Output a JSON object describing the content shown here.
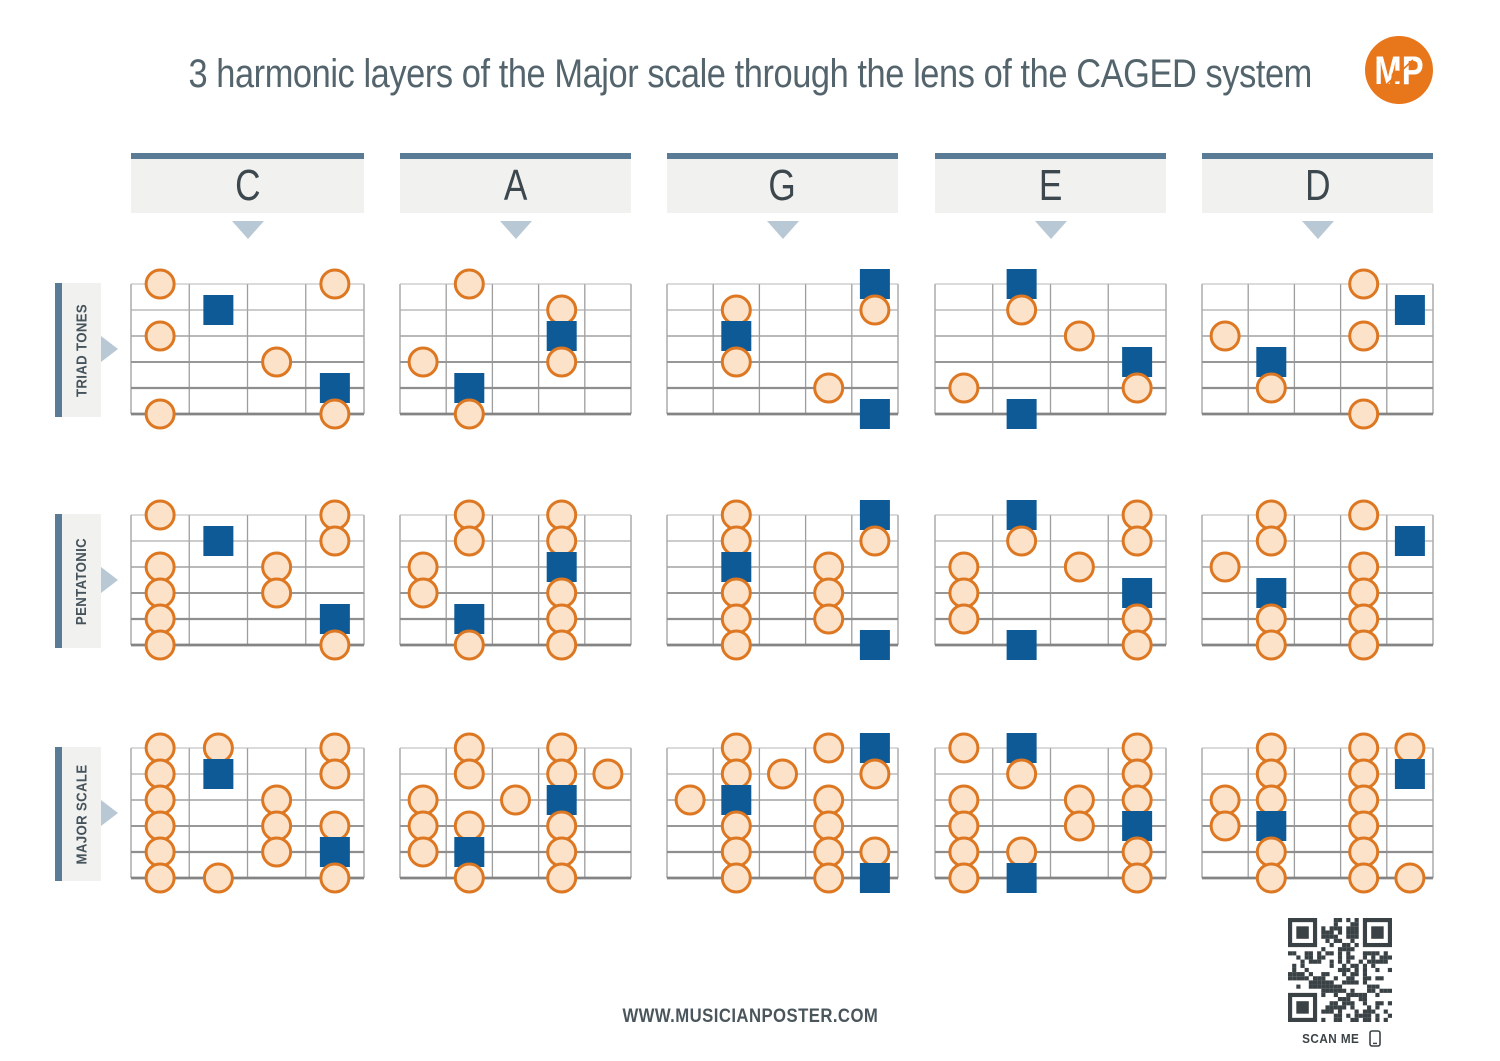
{
  "title": "3 harmonic layers of the Major scale through the lens of the CAGED system",
  "logo": {
    "text": "MP"
  },
  "footer": {
    "website": "WWW.MUSICIANPOSTER.COM",
    "scan_label": "SCAN ME"
  },
  "colors": {
    "slate_bar": "#5a7b96",
    "arrow": "#b9c8d5",
    "header_box_bg": "#f1f1f0",
    "letter_text": "#3d484e",
    "title_text": "#54646c",
    "root_square_blue": "#0d5a96",
    "tone_circle_fill": "#fbe2c9",
    "tone_circle_stroke": "#dd7721",
    "logo_orange": "#e8761b",
    "qr_dark": "#3a4246",
    "fret_line": "#9e9e9e",
    "string_colors": [
      "#b7b7b7",
      "#adadad",
      "#a2a2a2",
      "#979797",
      "#8e8e8e",
      "#848484"
    ]
  },
  "chart_data": {
    "type": "fretboard-grid",
    "title": "3 harmonic layers of the Major scale through the lens of the CAGED system",
    "columns": [
      "C",
      "A",
      "G",
      "E",
      "D"
    ],
    "rows": [
      "TRIAD TONES",
      "PENTATONIC",
      "MAJOR SCALE"
    ],
    "legend": {
      "root": "blue square (root note)",
      "tone": "orange circle (scale tone)"
    },
    "note_format": "[string 1=top(high e) to 6=bottom(low E), fret_space 1=leftmost, type]",
    "diagrams": [
      {
        "row": "TRIAD TONES",
        "shape": "C",
        "fret_spaces": 4,
        "notes": [
          [
            1,
            1,
            "tone"
          ],
          [
            1,
            4,
            "tone"
          ],
          [
            2,
            2,
            "root"
          ],
          [
            3,
            1,
            "tone"
          ],
          [
            4,
            3,
            "tone"
          ],
          [
            5,
            4,
            "root"
          ],
          [
            6,
            1,
            "tone"
          ],
          [
            6,
            4,
            "tone"
          ]
        ]
      },
      {
        "row": "TRIAD TONES",
        "shape": "A",
        "fret_spaces": 5,
        "notes": [
          [
            1,
            2,
            "tone"
          ],
          [
            2,
            4,
            "tone"
          ],
          [
            3,
            4,
            "root"
          ],
          [
            4,
            1,
            "tone"
          ],
          [
            4,
            4,
            "tone"
          ],
          [
            5,
            2,
            "root"
          ],
          [
            6,
            2,
            "tone"
          ]
        ]
      },
      {
        "row": "TRIAD TONES",
        "shape": "G",
        "fret_spaces": 5,
        "notes": [
          [
            1,
            5,
            "root"
          ],
          [
            2,
            2,
            "tone"
          ],
          [
            2,
            5,
            "tone"
          ],
          [
            3,
            2,
            "root"
          ],
          [
            4,
            2,
            "tone"
          ],
          [
            5,
            4,
            "tone"
          ],
          [
            6,
            5,
            "root"
          ]
        ]
      },
      {
        "row": "TRIAD TONES",
        "shape": "E",
        "fret_spaces": 4,
        "notes": [
          [
            1,
            2,
            "root"
          ],
          [
            2,
            2,
            "tone"
          ],
          [
            3,
            3,
            "tone"
          ],
          [
            4,
            4,
            "root"
          ],
          [
            5,
            1,
            "tone"
          ],
          [
            5,
            4,
            "tone"
          ],
          [
            6,
            2,
            "root"
          ]
        ]
      },
      {
        "row": "TRIAD TONES",
        "shape": "D",
        "fret_spaces": 5,
        "notes": [
          [
            1,
            4,
            "tone"
          ],
          [
            2,
            5,
            "root"
          ],
          [
            3,
            1,
            "tone"
          ],
          [
            3,
            4,
            "tone"
          ],
          [
            4,
            2,
            "root"
          ],
          [
            5,
            2,
            "tone"
          ],
          [
            6,
            4,
            "tone"
          ]
        ]
      },
      {
        "row": "PENTATONIC",
        "shape": "C",
        "fret_spaces": 4,
        "notes": [
          [
            1,
            1,
            "tone"
          ],
          [
            1,
            4,
            "tone"
          ],
          [
            2,
            2,
            "root"
          ],
          [
            2,
            4,
            "tone"
          ],
          [
            3,
            1,
            "tone"
          ],
          [
            3,
            3,
            "tone"
          ],
          [
            4,
            1,
            "tone"
          ],
          [
            4,
            3,
            "tone"
          ],
          [
            5,
            1,
            "tone"
          ],
          [
            5,
            4,
            "root"
          ],
          [
            6,
            1,
            "tone"
          ],
          [
            6,
            4,
            "tone"
          ]
        ]
      },
      {
        "row": "PENTATONIC",
        "shape": "A",
        "fret_spaces": 5,
        "notes": [
          [
            1,
            2,
            "tone"
          ],
          [
            1,
            4,
            "tone"
          ],
          [
            2,
            2,
            "tone"
          ],
          [
            2,
            4,
            "tone"
          ],
          [
            3,
            1,
            "tone"
          ],
          [
            3,
            4,
            "root"
          ],
          [
            4,
            1,
            "tone"
          ],
          [
            4,
            4,
            "tone"
          ],
          [
            5,
            2,
            "root"
          ],
          [
            5,
            4,
            "tone"
          ],
          [
            6,
            2,
            "tone"
          ],
          [
            6,
            4,
            "tone"
          ]
        ]
      },
      {
        "row": "PENTATONIC",
        "shape": "G",
        "fret_spaces": 5,
        "notes": [
          [
            1,
            2,
            "tone"
          ],
          [
            1,
            5,
            "root"
          ],
          [
            2,
            2,
            "tone"
          ],
          [
            2,
            5,
            "tone"
          ],
          [
            3,
            2,
            "root"
          ],
          [
            3,
            4,
            "tone"
          ],
          [
            4,
            2,
            "tone"
          ],
          [
            4,
            4,
            "tone"
          ],
          [
            5,
            2,
            "tone"
          ],
          [
            5,
            4,
            "tone"
          ],
          [
            6,
            2,
            "tone"
          ],
          [
            6,
            5,
            "root"
          ]
        ]
      },
      {
        "row": "PENTATONIC",
        "shape": "E",
        "fret_spaces": 4,
        "notes": [
          [
            1,
            2,
            "root"
          ],
          [
            1,
            4,
            "tone"
          ],
          [
            2,
            2,
            "tone"
          ],
          [
            2,
            4,
            "tone"
          ],
          [
            3,
            1,
            "tone"
          ],
          [
            3,
            3,
            "tone"
          ],
          [
            4,
            1,
            "tone"
          ],
          [
            4,
            4,
            "root"
          ],
          [
            5,
            1,
            "tone"
          ],
          [
            5,
            4,
            "tone"
          ],
          [
            6,
            2,
            "root"
          ],
          [
            6,
            4,
            "tone"
          ]
        ]
      },
      {
        "row": "PENTATONIC",
        "shape": "D",
        "fret_spaces": 5,
        "notes": [
          [
            1,
            2,
            "tone"
          ],
          [
            1,
            4,
            "tone"
          ],
          [
            2,
            2,
            "tone"
          ],
          [
            2,
            5,
            "root"
          ],
          [
            3,
            1,
            "tone"
          ],
          [
            3,
            4,
            "tone"
          ],
          [
            4,
            2,
            "root"
          ],
          [
            4,
            4,
            "tone"
          ],
          [
            5,
            2,
            "tone"
          ],
          [
            5,
            4,
            "tone"
          ],
          [
            6,
            2,
            "tone"
          ],
          [
            6,
            4,
            "tone"
          ]
        ]
      },
      {
        "row": "MAJOR SCALE",
        "shape": "C",
        "fret_spaces": 4,
        "notes": [
          [
            1,
            1,
            "tone"
          ],
          [
            1,
            2,
            "tone"
          ],
          [
            1,
            4,
            "tone"
          ],
          [
            2,
            1,
            "tone"
          ],
          [
            2,
            2,
            "root"
          ],
          [
            2,
            4,
            "tone"
          ],
          [
            3,
            1,
            "tone"
          ],
          [
            3,
            3,
            "tone"
          ],
          [
            4,
            1,
            "tone"
          ],
          [
            4,
            3,
            "tone"
          ],
          [
            4,
            4,
            "tone"
          ],
          [
            5,
            1,
            "tone"
          ],
          [
            5,
            3,
            "tone"
          ],
          [
            5,
            4,
            "root"
          ],
          [
            6,
            1,
            "tone"
          ],
          [
            6,
            2,
            "tone"
          ],
          [
            6,
            4,
            "tone"
          ]
        ]
      },
      {
        "row": "MAJOR SCALE",
        "shape": "A",
        "fret_spaces": 5,
        "notes": [
          [
            1,
            2,
            "tone"
          ],
          [
            1,
            4,
            "tone"
          ],
          [
            2,
            2,
            "tone"
          ],
          [
            2,
            4,
            "tone"
          ],
          [
            2,
            5,
            "tone"
          ],
          [
            3,
            1,
            "tone"
          ],
          [
            3,
            3,
            "tone"
          ],
          [
            3,
            4,
            "root"
          ],
          [
            4,
            1,
            "tone"
          ],
          [
            4,
            2,
            "tone"
          ],
          [
            4,
            4,
            "tone"
          ],
          [
            5,
            1,
            "tone"
          ],
          [
            5,
            2,
            "root"
          ],
          [
            5,
            4,
            "tone"
          ],
          [
            6,
            2,
            "tone"
          ],
          [
            6,
            4,
            "tone"
          ]
        ]
      },
      {
        "row": "MAJOR SCALE",
        "shape": "G",
        "fret_spaces": 5,
        "notes": [
          [
            1,
            2,
            "tone"
          ],
          [
            1,
            4,
            "tone"
          ],
          [
            1,
            5,
            "root"
          ],
          [
            2,
            2,
            "tone"
          ],
          [
            2,
            3,
            "tone"
          ],
          [
            2,
            5,
            "tone"
          ],
          [
            3,
            1,
            "tone"
          ],
          [
            3,
            2,
            "root"
          ],
          [
            3,
            4,
            "tone"
          ],
          [
            4,
            2,
            "tone"
          ],
          [
            4,
            4,
            "tone"
          ],
          [
            5,
            2,
            "tone"
          ],
          [
            5,
            4,
            "tone"
          ],
          [
            5,
            5,
            "tone"
          ],
          [
            6,
            2,
            "tone"
          ],
          [
            6,
            4,
            "tone"
          ],
          [
            6,
            5,
            "root"
          ]
        ]
      },
      {
        "row": "MAJOR SCALE",
        "shape": "E",
        "fret_spaces": 4,
        "notes": [
          [
            1,
            1,
            "tone"
          ],
          [
            1,
            2,
            "root"
          ],
          [
            1,
            4,
            "tone"
          ],
          [
            2,
            2,
            "tone"
          ],
          [
            2,
            4,
            "tone"
          ],
          [
            3,
            1,
            "tone"
          ],
          [
            3,
            3,
            "tone"
          ],
          [
            3,
            4,
            "tone"
          ],
          [
            4,
            1,
            "tone"
          ],
          [
            4,
            3,
            "tone"
          ],
          [
            4,
            4,
            "root"
          ],
          [
            5,
            1,
            "tone"
          ],
          [
            5,
            2,
            "tone"
          ],
          [
            5,
            4,
            "tone"
          ],
          [
            6,
            1,
            "tone"
          ],
          [
            6,
            2,
            "root"
          ],
          [
            6,
            4,
            "tone"
          ]
        ]
      },
      {
        "row": "MAJOR SCALE",
        "shape": "D",
        "fret_spaces": 5,
        "notes": [
          [
            1,
            2,
            "tone"
          ],
          [
            1,
            4,
            "tone"
          ],
          [
            1,
            5,
            "tone"
          ],
          [
            2,
            2,
            "tone"
          ],
          [
            2,
            4,
            "tone"
          ],
          [
            2,
            5,
            "root"
          ],
          [
            3,
            1,
            "tone"
          ],
          [
            3,
            2,
            "tone"
          ],
          [
            3,
            4,
            "tone"
          ],
          [
            4,
            1,
            "tone"
          ],
          [
            4,
            2,
            "root"
          ],
          [
            4,
            4,
            "tone"
          ],
          [
            5,
            2,
            "tone"
          ],
          [
            5,
            4,
            "tone"
          ],
          [
            6,
            2,
            "tone"
          ],
          [
            6,
            4,
            "tone"
          ],
          [
            6,
            5,
            "tone"
          ]
        ]
      }
    ]
  }
}
